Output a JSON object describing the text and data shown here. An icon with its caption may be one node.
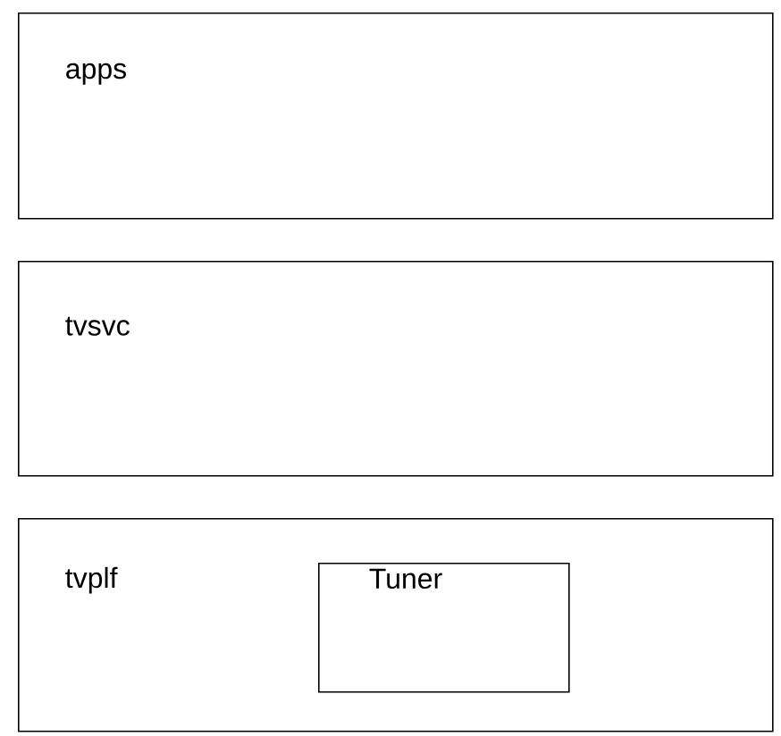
{
  "diagram": {
    "nodes": [
      {
        "text": [
          "apps"
        ]
      },
      {
        "text": [
          "tvsvc"
        ]
      },
      {
        "text": [
          "tvplf"
        ]
      },
      {
        "text": [
          "Tuner"
        ],
        "in": 2
      }
    ]
  }
}
